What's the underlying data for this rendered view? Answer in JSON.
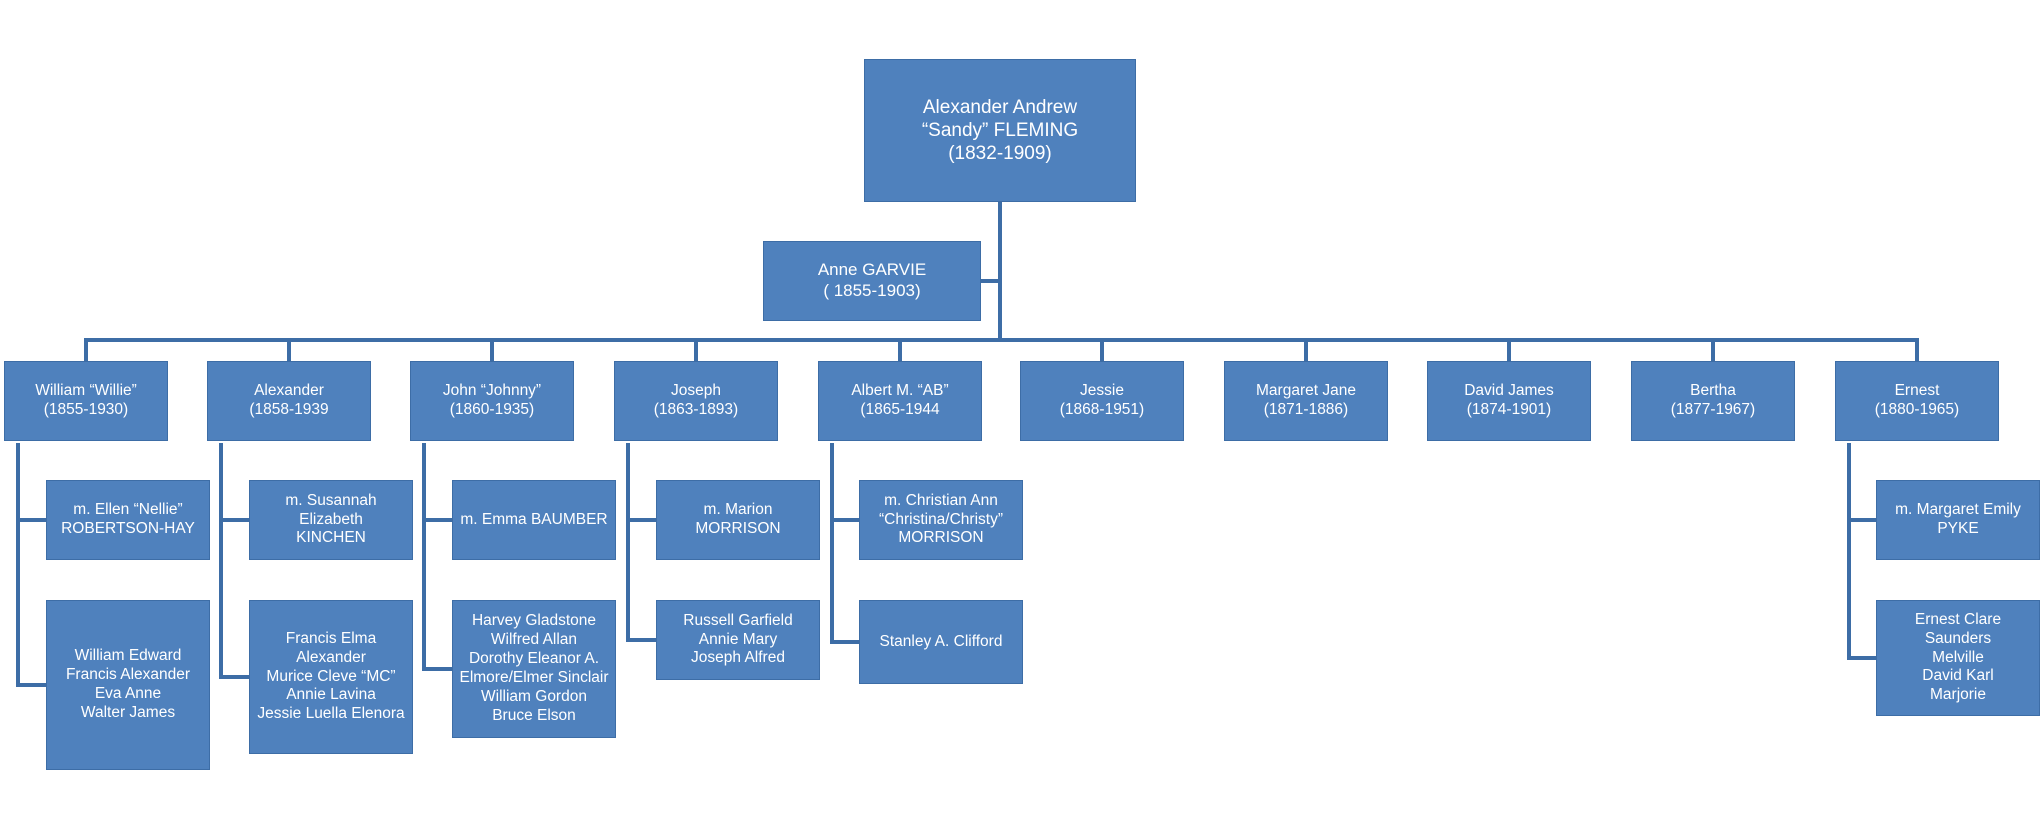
{
  "colors": {
    "box_fill": "#4f81bd",
    "box_border": "#3d6da6",
    "connector": "#3d6da6",
    "text": "#ffffff"
  },
  "root": {
    "text": "Alexander Andrew\n“Sandy” FLEMING\n(1832-1909)"
  },
  "spouse": {
    "text": "Anne GARVIE\n( 1855-1903)"
  },
  "children": [
    {
      "name": "William “Willie”\n(1855-1930)",
      "details": [
        "m. Ellen “Nellie”\nROBERTSON-HAY",
        "William Edward\nFrancis Alexander\nEva Anne\nWalter James"
      ]
    },
    {
      "name": "Alexander\n(1858-1939",
      "details": [
        "m. Susannah Elizabeth\nKINCHEN",
        "Francis Elma\nAlexander\nMurice Cleve “MC”\nAnnie Lavina\nJessie Luella Elenora"
      ]
    },
    {
      "name": "John “Johnny”\n(1860-1935)",
      "details": [
        "m. Emma BAUMBER",
        "Harvey Gladstone\nWilfred Allan\nDorothy Eleanor A.\nElmore/Elmer Sinclair\nWilliam Gordon\nBruce Elson"
      ]
    },
    {
      "name": "Joseph\n(1863-1893)",
      "details": [
        "m. Marion MORRISON",
        "Russell Garfield\nAnnie Mary\nJoseph Alfred"
      ]
    },
    {
      "name": "Albert M. “AB”\n(1865-1944",
      "details": [
        "m. Christian Ann\n“Christina/Christy”\nMORRISON",
        "Stanley A. Clifford"
      ]
    },
    {
      "name": "Jessie\n(1868-1951)",
      "details": []
    },
    {
      "name": "Margaret Jane\n(1871-1886)",
      "details": []
    },
    {
      "name": "David James\n(1874-1901)",
      "details": []
    },
    {
      "name": "Bertha\n(1877-1967)",
      "details": []
    },
    {
      "name": "Ernest\n(1880-1965)",
      "details": [
        "m. Margaret Emily\nPYKE",
        "Ernest Clare Saunders\nMelville\nDavid Karl\nMarjorie"
      ]
    }
  ]
}
